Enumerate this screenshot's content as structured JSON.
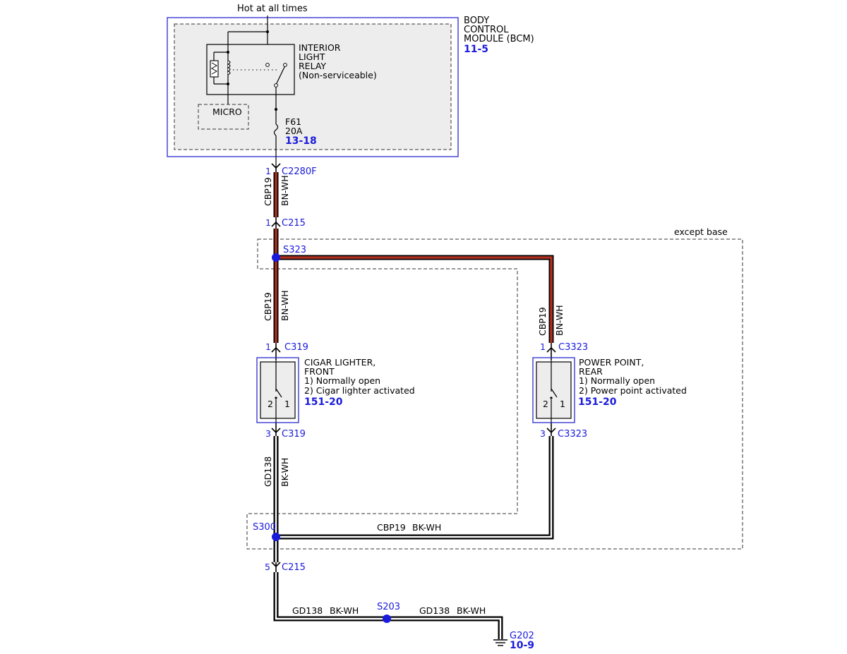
{
  "top_label": "Hot at all times",
  "bcm": {
    "title_line1": "BODY",
    "title_line2": "CONTROL",
    "title_line3": "MODULE (BCM)",
    "ref": "11-5"
  },
  "relay": {
    "line1": "INTERIOR",
    "line2": "LIGHT",
    "line3": "RELAY",
    "line4": "(Non-serviceable)"
  },
  "micro_label": "MICRO",
  "fuse": {
    "name": "F61",
    "rating": "20A",
    "ref": "13-18"
  },
  "connectors": {
    "c2280f": {
      "pin": "1",
      "name": "C2280F"
    },
    "c215_top": {
      "pin": "1",
      "name": "C215"
    },
    "c319_top": {
      "pin": "1",
      "name": "C319"
    },
    "c319_bot": {
      "pin": "3",
      "name": "C319"
    },
    "c3323_top": {
      "pin": "1",
      "name": "C3323"
    },
    "c3323_bot": {
      "pin": "3",
      "name": "C3323"
    },
    "c215_bot": {
      "pin": "5",
      "name": "C215"
    }
  },
  "wires": {
    "w1": {
      "circuit": "CBP19",
      "color": "BN-WH"
    },
    "w2": {
      "circuit": "CBP19",
      "color": "BN-WH"
    },
    "w3": {
      "circuit": "CBP19",
      "color": "BN-WH"
    },
    "w4": {
      "circuit": "GD138",
      "color": "BK-WH"
    },
    "w5": {
      "circuit": "CBP19",
      "color": "BK-WH"
    },
    "w6": {
      "circuit": "GD138",
      "color": "BK-WH"
    },
    "w7": {
      "circuit": "GD138",
      "color": "BK-WH"
    }
  },
  "except_base": "except base",
  "splices": {
    "s323": "S323",
    "s300": "S300",
    "s203": "S203"
  },
  "cigar": {
    "line1": "CIGAR LIGHTER,",
    "line2": "FRONT",
    "line3": "1) Normally open",
    "line4": "2) Cigar lighter activated",
    "ref": "151-20",
    "pin_left": "2",
    "pin_right": "1"
  },
  "power_point": {
    "line1": "POWER POINT,",
    "line2": "REAR",
    "line3": "1) Normally open",
    "line4": "2) Power point activated",
    "ref": "151-20",
    "pin_left": "2",
    "pin_right": "1"
  },
  "ground": {
    "name": "G202",
    "ref": "10-9"
  }
}
